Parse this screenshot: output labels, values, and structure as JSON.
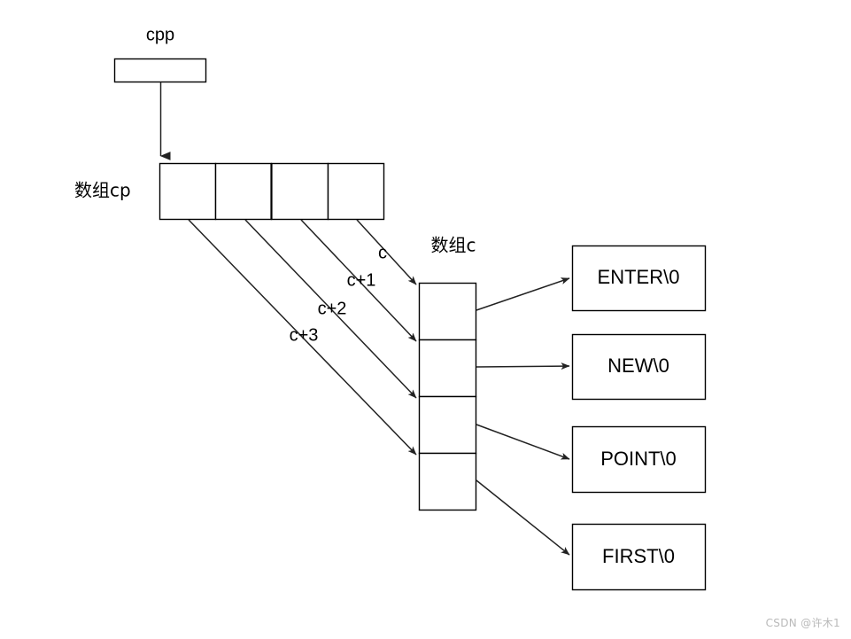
{
  "diagram": {
    "title_pointer_label": "cpp",
    "cp_array_label": "数组cp",
    "c_array_label": "数组c",
    "cp_cells": [
      "",
      "",
      "",
      ""
    ],
    "c_cells": [
      "",
      "",
      "",
      ""
    ],
    "pointer_labels": [
      "c",
      "c+1",
      "c+2",
      "c+3"
    ],
    "string_boxes": [
      {
        "text": "ENTER\\0"
      },
      {
        "text": "NEW\\0"
      },
      {
        "text": "POINT\\0"
      },
      {
        "text": "FIRST\\0"
      }
    ],
    "colors": {
      "background": "#ffffff",
      "stroke": "#000000",
      "connector": "#222222",
      "watermark": "#b9b9b9"
    }
  },
  "watermark": {
    "text": "CSDN @许木1"
  }
}
